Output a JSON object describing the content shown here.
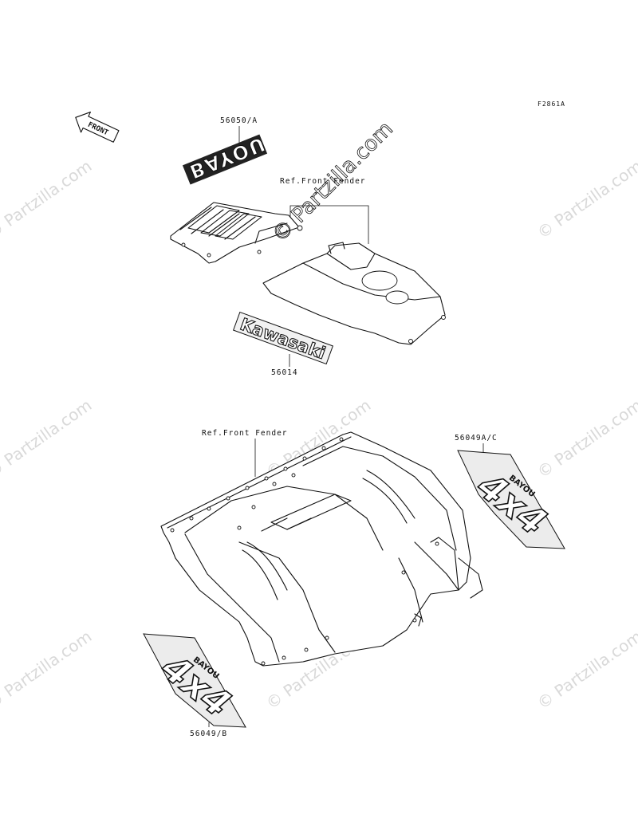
{
  "figure_id": "F2861A",
  "front_label": "FRONT",
  "watermark": "© Partzilla.com",
  "watermark_center": "© Partzilla.com",
  "parts": {
    "decal_bayou_top": {
      "part_number": "56050/A",
      "text": "BAYOU"
    },
    "ref_front_fender_top": {
      "label": "Ref.Front Fender"
    },
    "decal_kawasaki": {
      "part_number": "56014",
      "text": "Kawasaki"
    },
    "ref_front_fender_bottom": {
      "label": "Ref.Front Fender"
    },
    "decal_4x4_right": {
      "part_number": "56049A/C",
      "text": "4x4",
      "small_text": "BAYOU"
    },
    "decal_4x4_left": {
      "part_number": "56049/B",
      "text": "4x4",
      "small_text": "BAYOU"
    }
  }
}
